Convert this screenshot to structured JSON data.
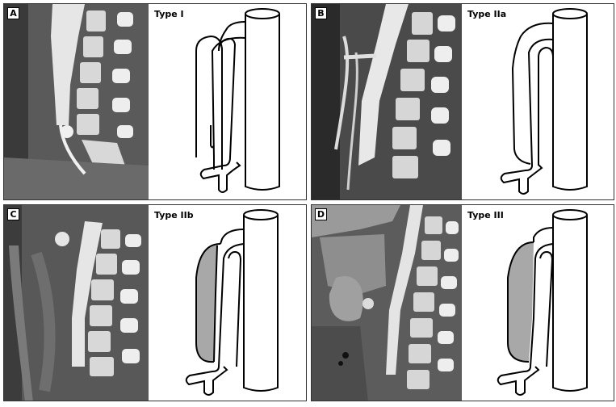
{
  "panels": [
    {
      "letter": "A",
      "type_label": "Type I",
      "shading": "none"
    },
    {
      "letter": "B",
      "type_label": "Type IIa",
      "shading": "none"
    },
    {
      "letter": "C",
      "type_label": "Type IIb",
      "shading": "gray"
    },
    {
      "letter": "D",
      "type_label": "Type III",
      "shading": "gray"
    }
  ],
  "colors": {
    "shading": "#a8a8a8",
    "outline": "#000000"
  },
  "icons": [
    "ct-scan-image",
    "aorta-diagram"
  ]
}
